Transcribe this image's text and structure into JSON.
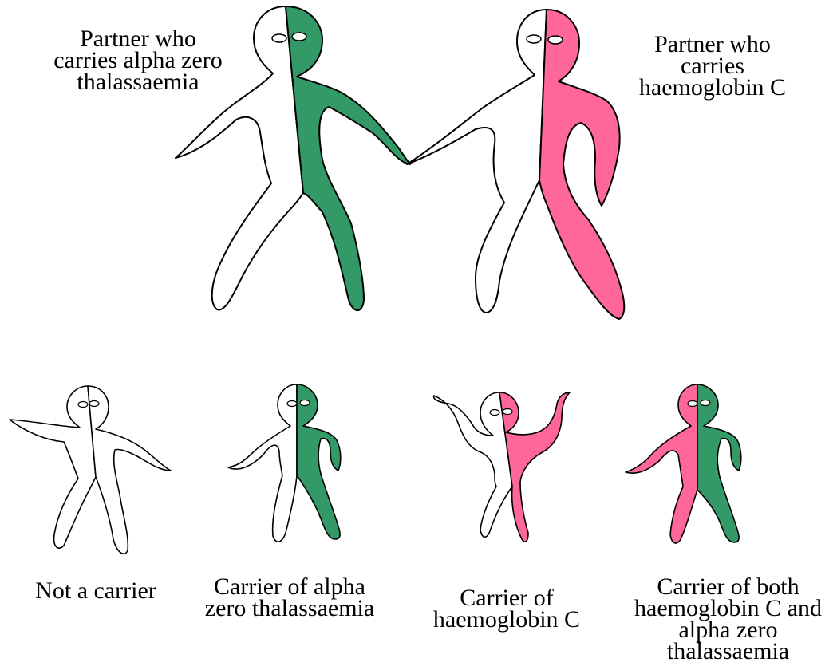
{
  "colors": {
    "alpha_zero_thalassaemia": "#339966",
    "haemoglobin_c": "#ff6699",
    "not_affected": "#ffffff",
    "outline": "#000000"
  },
  "parents": {
    "left": {
      "label": "Partner who\ncarries alpha zero\nthalassaemia",
      "left_half": "not_affected",
      "right_half": "alpha_zero_thalassaemia"
    },
    "right": {
      "label": "Partner who\ncarries\nhaemoglobin C",
      "left_half": "not_affected",
      "right_half": "haemoglobin_c"
    }
  },
  "children": [
    {
      "label": "Not a carrier",
      "left_half": "not_affected",
      "right_half": "not_affected"
    },
    {
      "label": "Carrier of alpha\nzero thalassaemia",
      "left_half": "not_affected",
      "right_half": "alpha_zero_thalassaemia"
    },
    {
      "label": "Carrier of\nhaemoglobin C",
      "left_half": "not_affected",
      "right_half": "haemoglobin_c"
    },
    {
      "label": "Carrier of both\nhaemoglobin C and\nalpha zero\nthalassaemia",
      "left_half": "haemoglobin_c",
      "right_half": "alpha_zero_thalassaemia"
    }
  ]
}
